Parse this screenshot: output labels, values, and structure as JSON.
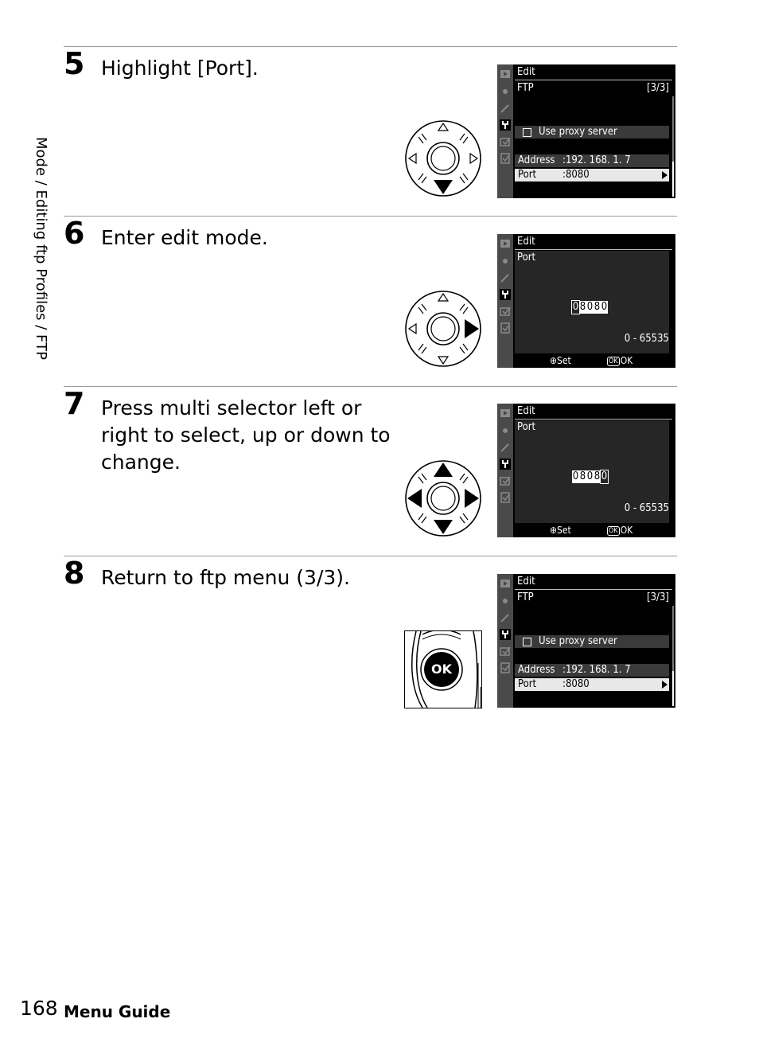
{
  "side_tab": "Mode / Editing ftp Profiles / FTP",
  "steps": [
    {
      "num": "5",
      "text": "Highlight [Port].",
      "lcd": {
        "title": "Edit",
        "sub": "FTP",
        "page": "[3/3]",
        "proxy": "Use proxy server",
        "addr_label": "Address",
        "addr_value": ":192. 168. 1. 7",
        "port_label": "Port",
        "port_value": ":8080"
      }
    },
    {
      "num": "6",
      "text": "Enter edit mode.",
      "lcd": {
        "title": "Edit",
        "sub": "Port",
        "digits": [
          "0",
          "8",
          "0",
          "8",
          "0"
        ],
        "range": "0 - 65535",
        "set": "Set",
        "ok_badge": "OK",
        "ok": "OK"
      }
    },
    {
      "num": "7",
      "text": "Press multi selector left or right to select, up or down to change.",
      "lcd": {
        "title": "Edit",
        "sub": "Port",
        "digits": [
          "0",
          "8",
          "0",
          "8",
          "0"
        ],
        "range": "0 - 65535",
        "set": "Set",
        "ok_badge": "OK",
        "ok": "OK"
      }
    },
    {
      "num": "8",
      "text": "Return to ftp menu (3/3).",
      "ok_button": "OK",
      "lcd": {
        "title": "Edit",
        "sub": "FTP",
        "page": "[3/3]",
        "proxy": "Use proxy server",
        "addr_label": "Address",
        "addr_value": ":192. 168. 1. 7",
        "port_label": "Port",
        "port_value": ":8080"
      }
    }
  ],
  "footer": {
    "page_number": "168",
    "section": "Menu Guide"
  }
}
